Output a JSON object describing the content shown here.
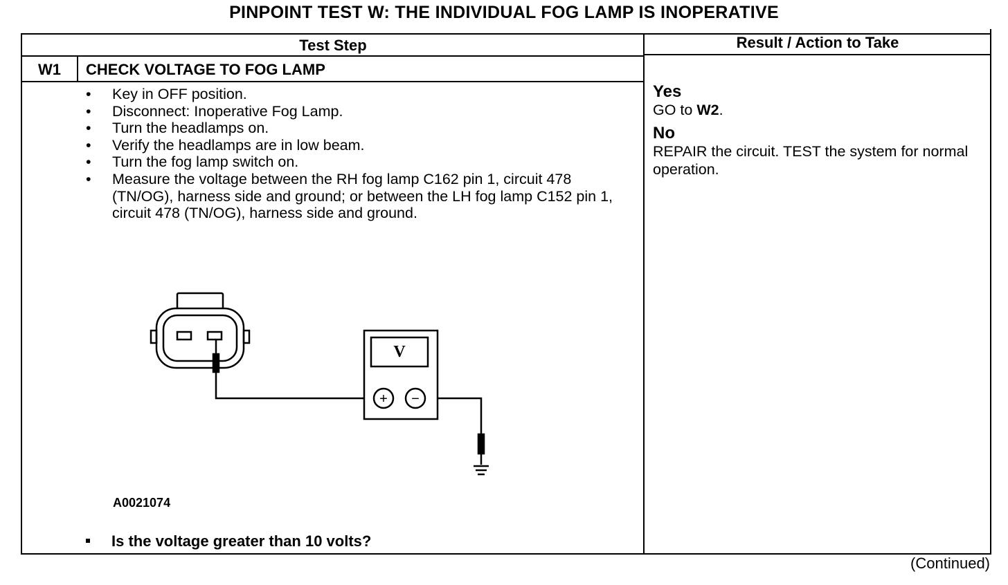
{
  "title": "PINPOINT TEST  W: THE INDIVIDUAL FOG LAMP IS INOPERATIVE",
  "table": {
    "col_test_step": "Test Step",
    "col_result": "Result / Action to Take",
    "step_id": "W1",
    "step_title": "CHECK VOLTAGE TO FOG LAMP",
    "steps": [
      "Key in OFF position.",
      "Disconnect: Inoperative Fog Lamp.",
      "Turn the headlamps on.",
      "Verify the headlamps are in low beam.",
      "Turn the fog lamp switch on.",
      "Measure the voltage between the RH fog lamp C162 pin 1, circuit 478 (TN/OG), harness side and ground; or between the LH fog lamp C152 pin 1, circuit 478 (TN/OG), harness side and ground."
    ],
    "figure_id": "A0021074",
    "meter_label": "V",
    "meter_plus": "+",
    "meter_minus": "−",
    "question": "Is the voltage greater than 10 volts?",
    "results": {
      "yes_label": "Yes",
      "yes_action_prefix": "GO to ",
      "yes_action_target": "W2",
      "yes_action_suffix": ".",
      "no_label": "No",
      "no_action": "REPAIR the circuit. TEST the system for normal operation."
    }
  },
  "footer": {
    "continued": "(Continued)"
  }
}
